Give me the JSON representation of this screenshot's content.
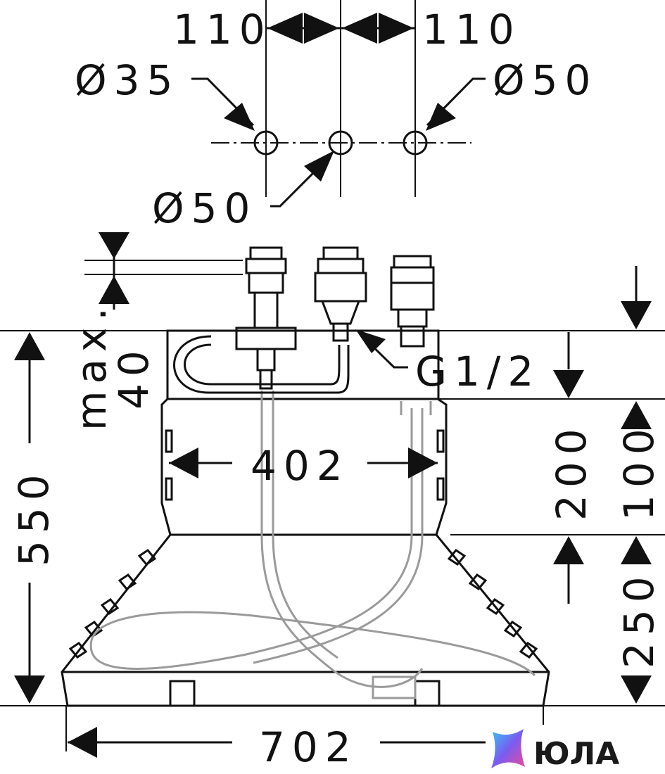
{
  "drawing": {
    "dimensions": {
      "spacing_left": "110",
      "spacing_right": "110",
      "hole_left": "Ø35",
      "hole_right": "Ø50",
      "hole_center": "Ø50",
      "max_label": "max.",
      "max_value": "40",
      "thread": "G1/2",
      "total_height": "550",
      "upper_width": "402",
      "upper_height": "200",
      "body_height": "100",
      "lower_height": "250",
      "total_width": "702"
    },
    "logo": {
      "text": "ЮЛА"
    }
  }
}
